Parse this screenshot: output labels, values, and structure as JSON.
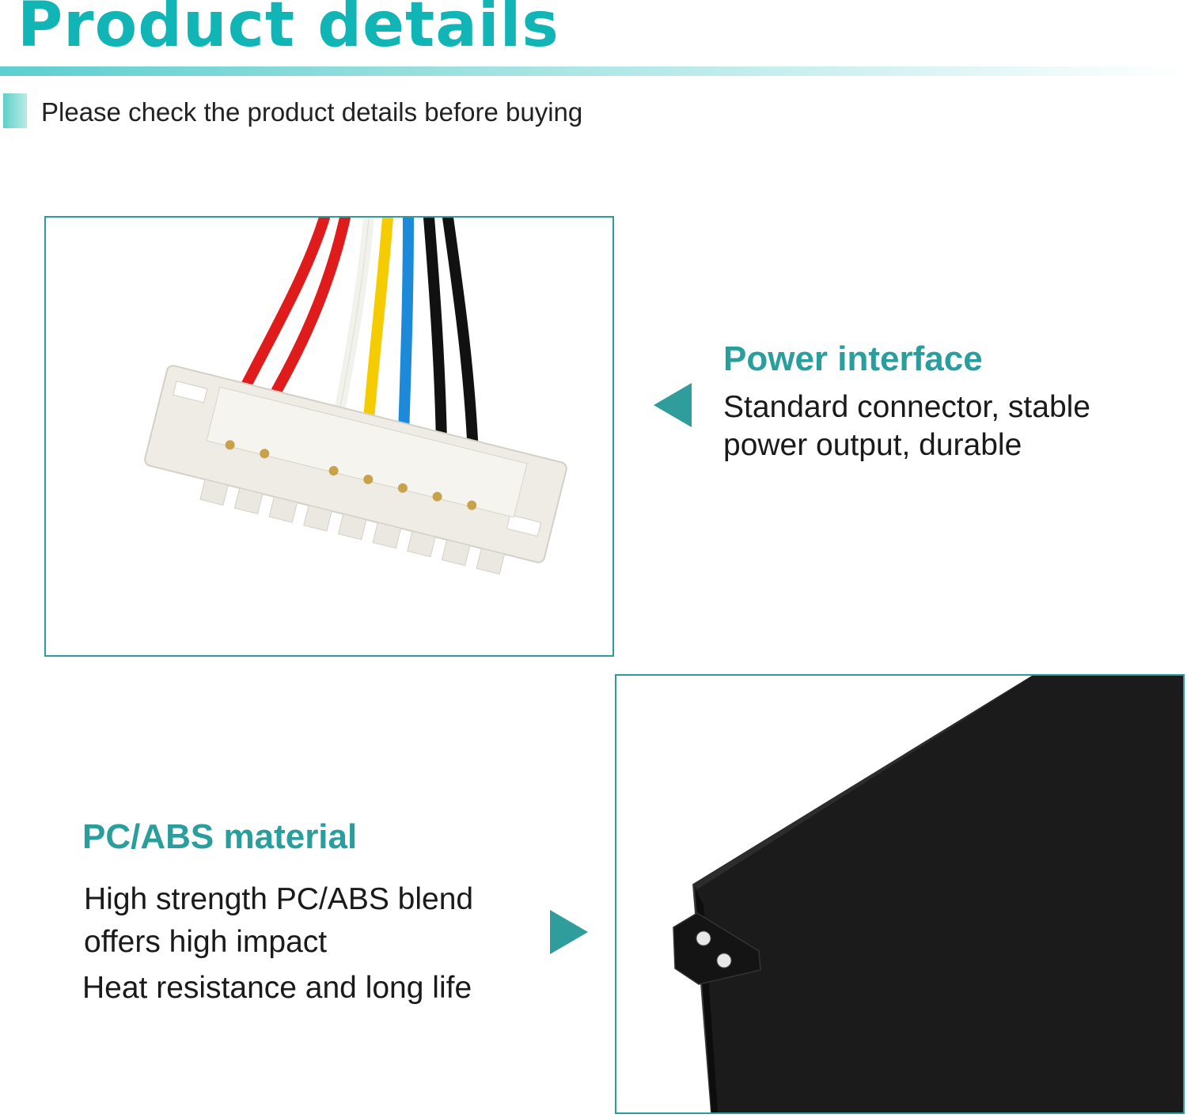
{
  "header": {
    "title": "Product details",
    "subtitle": "Please check the product details before buying"
  },
  "features": {
    "power_interface": {
      "heading": "Power interface",
      "lines": [
        "Standard connector, stable",
        "power output, durable"
      ]
    },
    "material": {
      "heading": "PC/ABS material",
      "lines": [
        "High strength PC/ABS blend",
        "offers high impact",
        "Heat resistance and long life"
      ]
    }
  },
  "colors": {
    "title": "#12b5b5",
    "accent": "#2e9d9c",
    "frame_border": "#2f9c9c",
    "wire_red": "#e01b1b",
    "wire_white": "#f7f7f2",
    "wire_yellow": "#f4cc00",
    "wire_blue": "#1c8ad8",
    "wire_black": "#111111",
    "battery": "#1b1b1b"
  },
  "icons": {
    "arrow_left": "triangle-left-icon",
    "arrow_right": "triangle-right-icon"
  }
}
